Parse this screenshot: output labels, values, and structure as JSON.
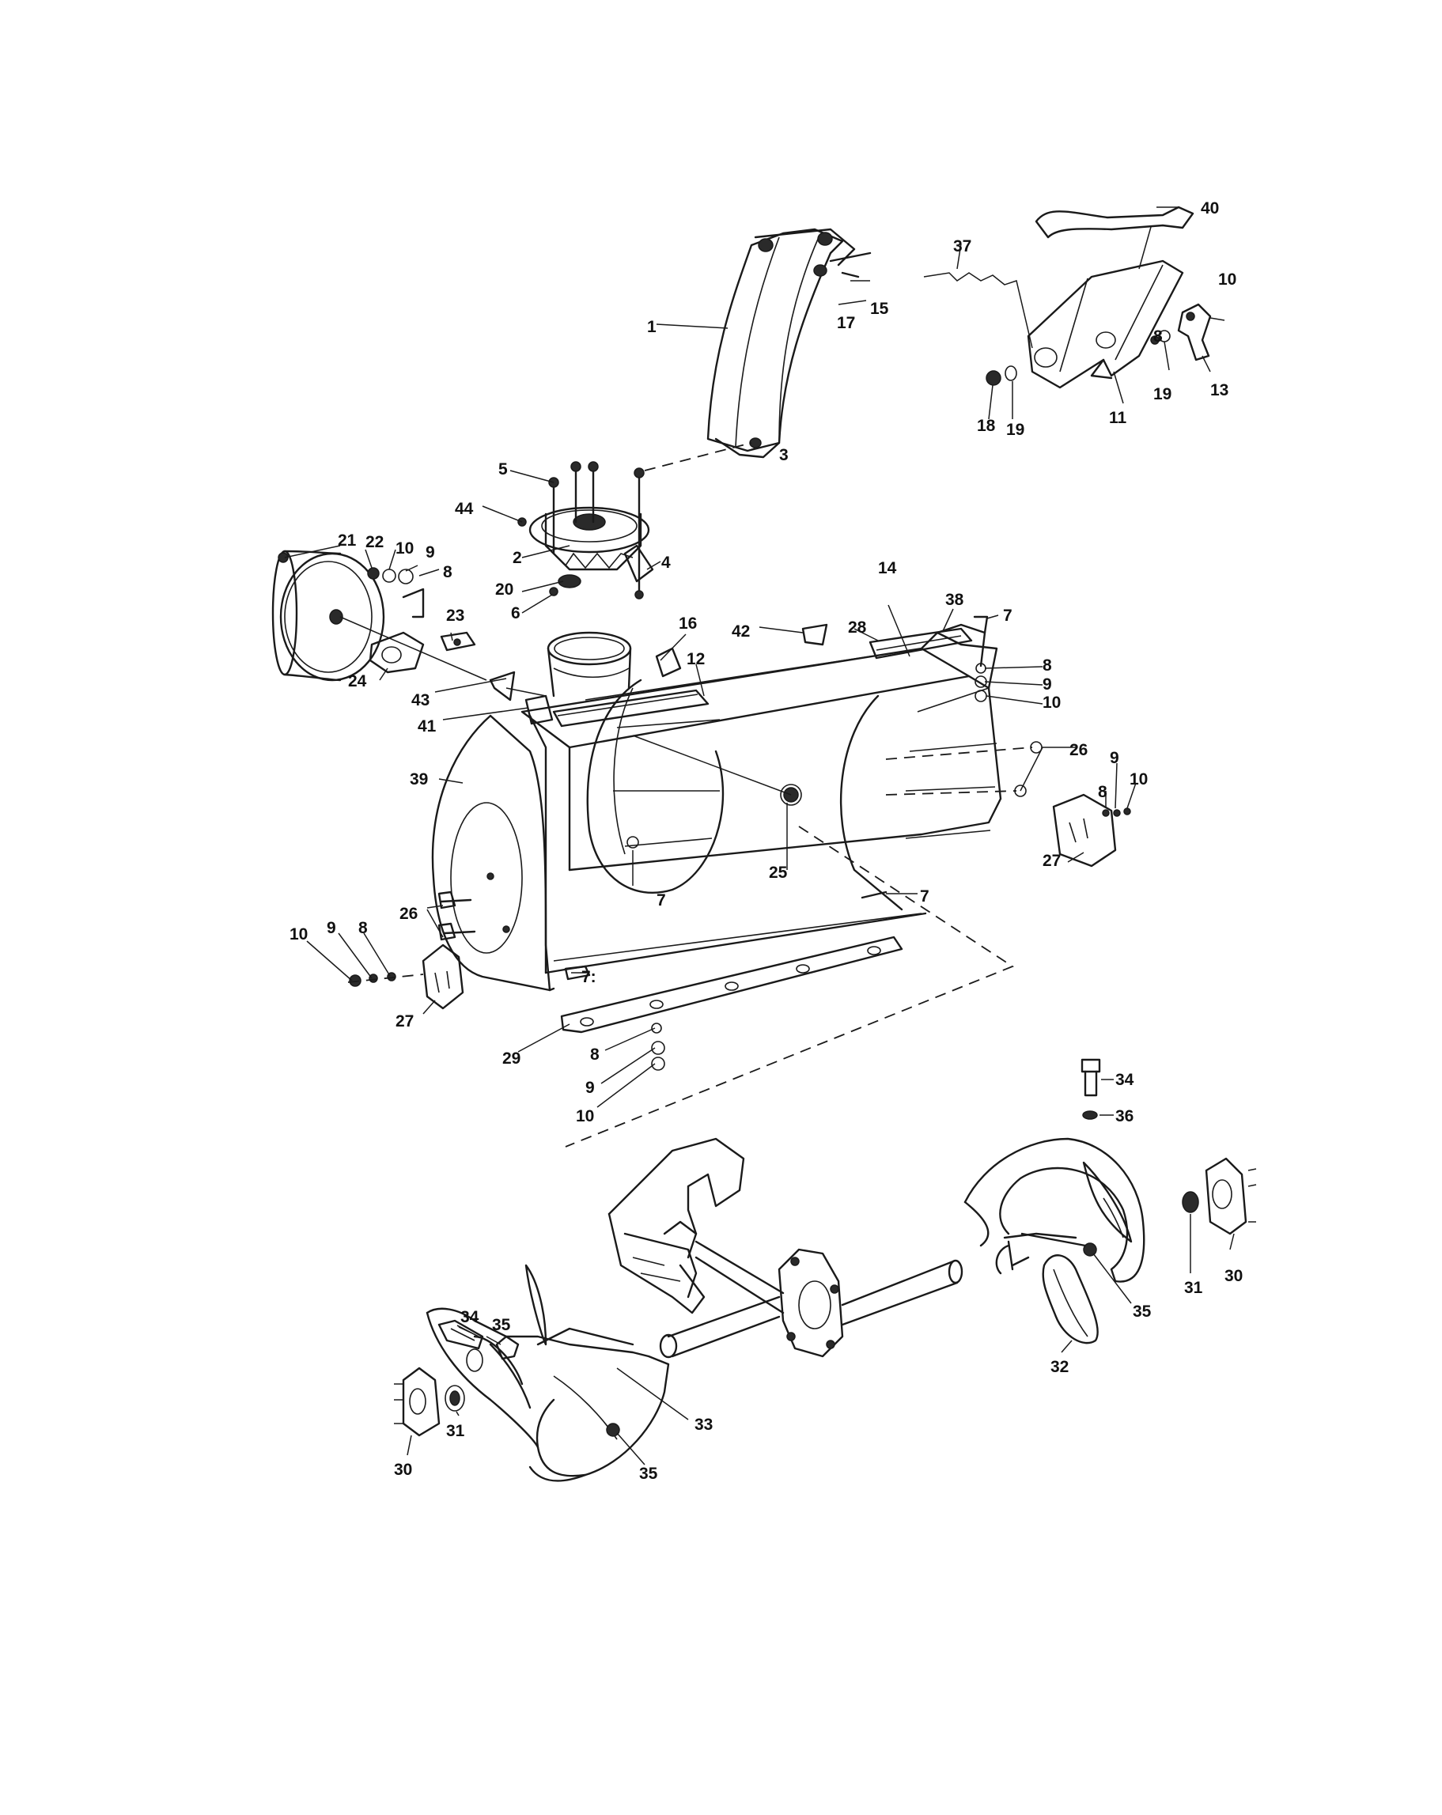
{
  "callouts": [
    {
      "id": "c1",
      "text": "1"
    },
    {
      "id": "c2",
      "text": "2"
    },
    {
      "id": "c3",
      "text": "3"
    },
    {
      "id": "c4",
      "text": "4"
    },
    {
      "id": "c5",
      "text": "5"
    },
    {
      "id": "c6",
      "text": "6"
    },
    {
      "id": "c7a",
      "text": "7"
    },
    {
      "id": "c7b",
      "text": "7"
    },
    {
      "id": "c7c",
      "text": "7"
    },
    {
      "id": "c7d",
      "text": "7:"
    },
    {
      "id": "c8a",
      "text": "8"
    },
    {
      "id": "c8b",
      "text": "8"
    },
    {
      "id": "c8c",
      "text": "8"
    },
    {
      "id": "c8d",
      "text": "8"
    },
    {
      "id": "c8e",
      "text": "8"
    },
    {
      "id": "c8f",
      "text": "8"
    },
    {
      "id": "c9a",
      "text": "9"
    },
    {
      "id": "c9b",
      "text": "9"
    },
    {
      "id": "c9c",
      "text": "9"
    },
    {
      "id": "c9d",
      "text": "9"
    },
    {
      "id": "c9e",
      "text": "9"
    },
    {
      "id": "c10a",
      "text": "10"
    },
    {
      "id": "c10b",
      "text": "10"
    },
    {
      "id": "c10c",
      "text": "10"
    },
    {
      "id": "c10d",
      "text": "10"
    },
    {
      "id": "c10e",
      "text": "10"
    },
    {
      "id": "c10f",
      "text": "10"
    },
    {
      "id": "c11",
      "text": "11"
    },
    {
      "id": "c12",
      "text": "12"
    },
    {
      "id": "c13",
      "text": "13"
    },
    {
      "id": "c14",
      "text": "14"
    },
    {
      "id": "c15",
      "text": "15"
    },
    {
      "id": "c16",
      "text": "16"
    },
    {
      "id": "c17",
      "text": "17"
    },
    {
      "id": "c18",
      "text": "18"
    },
    {
      "id": "c19a",
      "text": "19"
    },
    {
      "id": "c19b",
      "text": "19"
    },
    {
      "id": "c20",
      "text": "20"
    },
    {
      "id": "c21",
      "text": "21"
    },
    {
      "id": "c22",
      "text": "22"
    },
    {
      "id": "c23",
      "text": "23"
    },
    {
      "id": "c24",
      "text": "24"
    },
    {
      "id": "c25",
      "text": "25"
    },
    {
      "id": "c26a",
      "text": "26"
    },
    {
      "id": "c26b",
      "text": "26"
    },
    {
      "id": "c27a",
      "text": "27"
    },
    {
      "id": "c27b",
      "text": "27"
    },
    {
      "id": "c28",
      "text": "28"
    },
    {
      "id": "c29",
      "text": "29"
    },
    {
      "id": "c30a",
      "text": "30"
    },
    {
      "id": "c30b",
      "text": "30"
    },
    {
      "id": "c31a",
      "text": "31"
    },
    {
      "id": "c31b",
      "text": "31"
    },
    {
      "id": "c32",
      "text": "32"
    },
    {
      "id": "c33",
      "text": "33"
    },
    {
      "id": "c34a",
      "text": "34"
    },
    {
      "id": "c34b",
      "text": "34"
    },
    {
      "id": "c35a",
      "text": "35"
    },
    {
      "id": "c35b",
      "text": "35"
    },
    {
      "id": "c35c",
      "text": "35"
    },
    {
      "id": "c36",
      "text": "36"
    },
    {
      "id": "c37",
      "text": "37"
    },
    {
      "id": "c38",
      "text": "38"
    },
    {
      "id": "c39",
      "text": "39"
    },
    {
      "id": "c40",
      "text": "40"
    },
    {
      "id": "c41",
      "text": "41"
    },
    {
      "id": "c42",
      "text": "42"
    },
    {
      "id": "c43",
      "text": "43"
    },
    {
      "id": "c44",
      "text": "44"
    }
  ]
}
